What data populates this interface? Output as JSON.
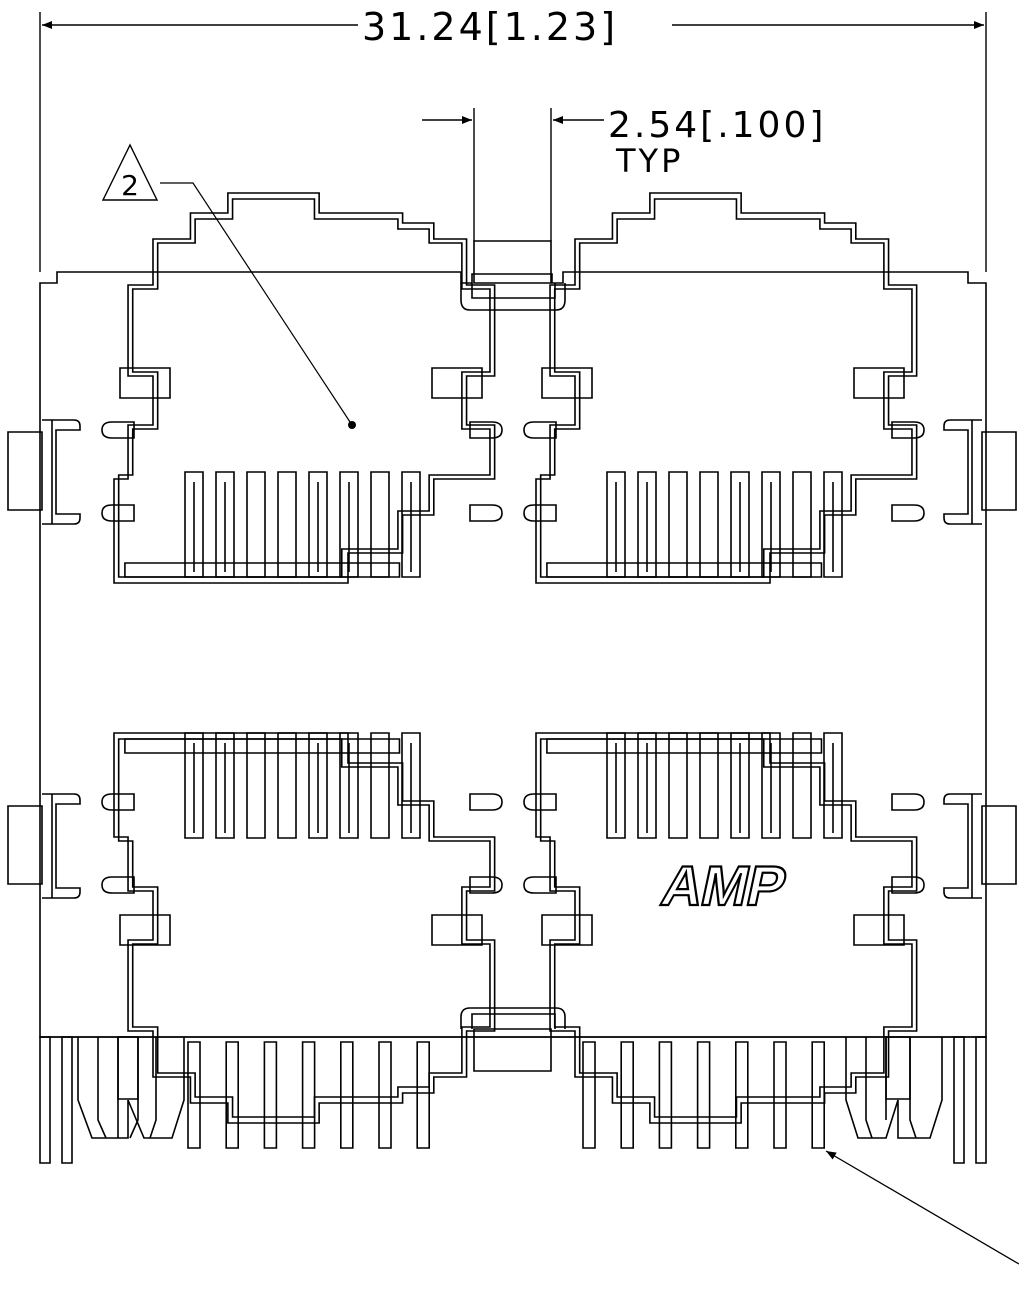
{
  "dimensions": {
    "overall_width": "31.24[1.23]",
    "pitch_value": "2.54[.100]",
    "pitch_note": "TYP"
  },
  "callouts": {
    "flag_note": "2"
  },
  "branding": {
    "logo": "AMP"
  },
  "drawing": {
    "type": "RJ45 2x2 stacked jack front view",
    "port_count": 4,
    "contacts_per_port": 8,
    "line_color": "#000000",
    "background": "#ffffff"
  }
}
